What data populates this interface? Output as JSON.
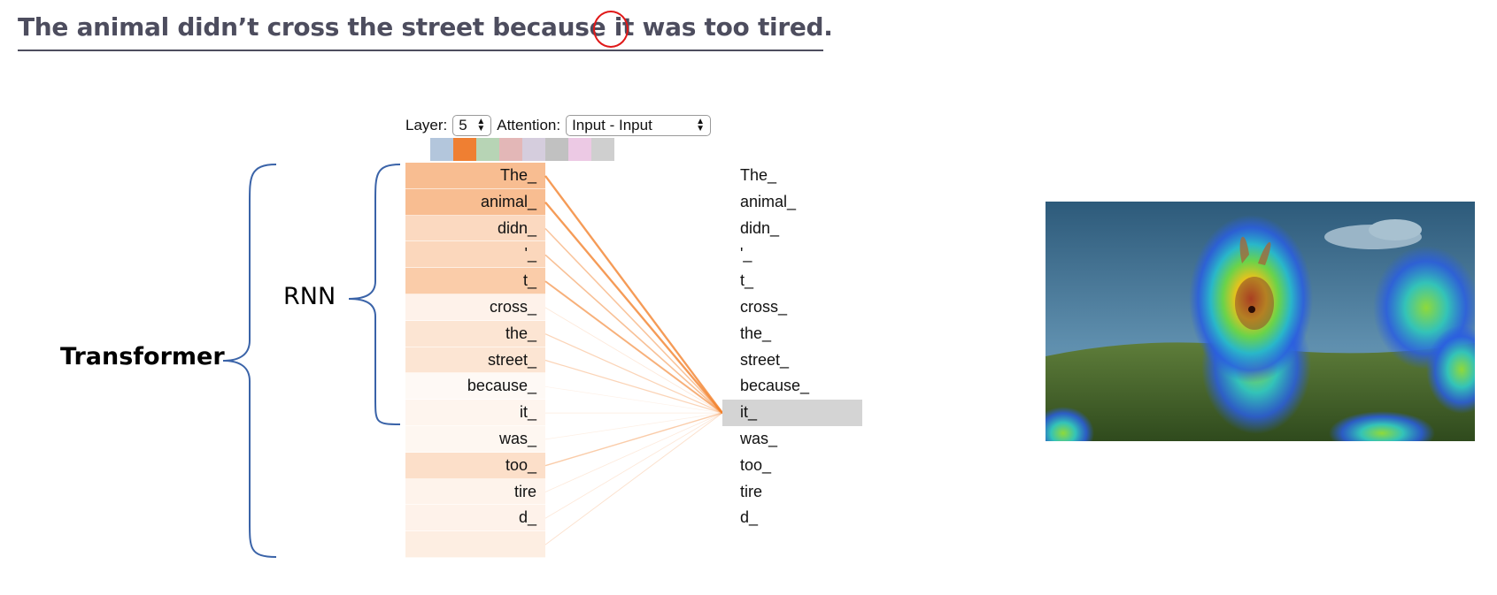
{
  "heading": {
    "before": "The animal didn’t cross the street because ",
    "highlight": "it",
    "after": " was too tired."
  },
  "labels": {
    "transformer": "Transformer",
    "rnn": "RNN"
  },
  "controls": {
    "layer_label": "Layer:",
    "layer_value": "5",
    "attention_label": "Attention:",
    "attention_value": "Input - Input"
  },
  "head_colors": [
    "#b3c6dc",
    "#ef7f32",
    "#b7d4b5",
    "#e3b7b7",
    "#d5cddd",
    "#c1c1c1",
    "#ecc9e4",
    "#cfcfcf"
  ],
  "tokens": [
    {
      "text": "The_",
      "weight": 0.55
    },
    {
      "text": "animal_",
      "weight": 0.55
    },
    {
      "text": "didn_",
      "weight": 0.3
    },
    {
      "text": "'_",
      "weight": 0.32
    },
    {
      "text": "t_",
      "weight": 0.42
    },
    {
      "text": "cross_",
      "weight": 0.08
    },
    {
      "text": "the_",
      "weight": 0.2
    },
    {
      "text": "street_",
      "weight": 0.2
    },
    {
      "text": "because_",
      "weight": 0.02
    },
    {
      "text": "it_",
      "weight": 0.06
    },
    {
      "text": "was_",
      "weight": 0.04
    },
    {
      "text": "too_",
      "weight": 0.25
    },
    {
      "text": "tire",
      "weight": 0.07
    },
    {
      "text": "d_",
      "weight": 0.08
    },
    {
      "text": "",
      "weight": 0.12
    }
  ],
  "selected_token_index": 9
}
